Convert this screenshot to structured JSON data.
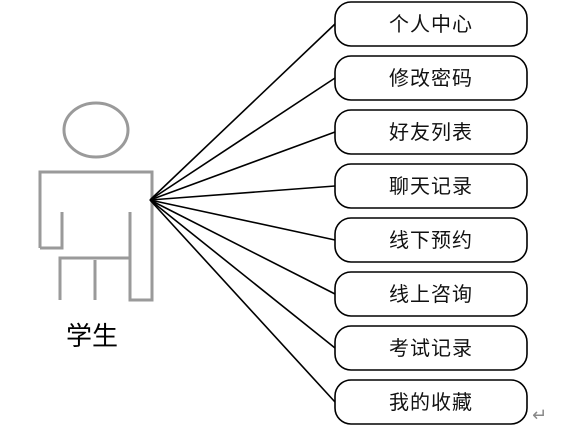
{
  "actor": {
    "label": "学生"
  },
  "use_cases": [
    "个人中心",
    "修改密码",
    "好友列表",
    "聊天记录",
    "线下预约",
    "线上咨询",
    "考试记录",
    "我的收藏"
  ],
  "colors": {
    "line": "#000000",
    "actor_outline": "#9a9a9a",
    "text": "#111111"
  },
  "icons": {
    "end_mark": "return-arrow-icon"
  }
}
